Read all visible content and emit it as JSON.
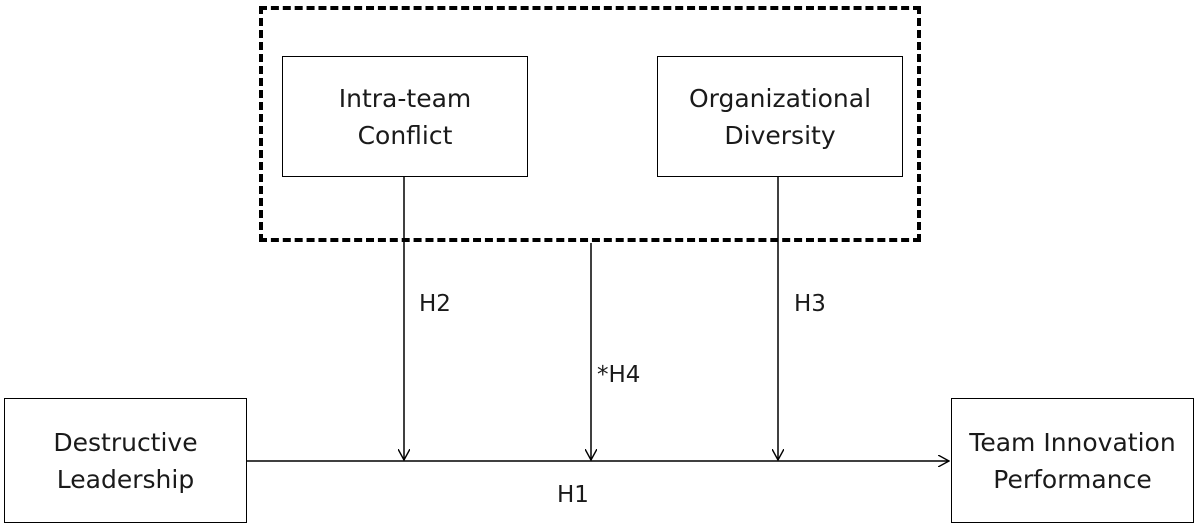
{
  "diagram": {
    "moderators": {
      "conflict": {
        "line1": "Intra-team",
        "line2": "Conflict"
      },
      "diversity": {
        "line1": "Organizational",
        "line2": "Diversity"
      }
    },
    "independent": {
      "line1": "Destructive",
      "line2": "Leadership"
    },
    "dependent": {
      "line1": "Team Innovation",
      "line2": "Performance"
    },
    "hypotheses": {
      "h1": "H1",
      "h2": "H2",
      "h3": "H3",
      "h4": "*H4"
    }
  }
}
